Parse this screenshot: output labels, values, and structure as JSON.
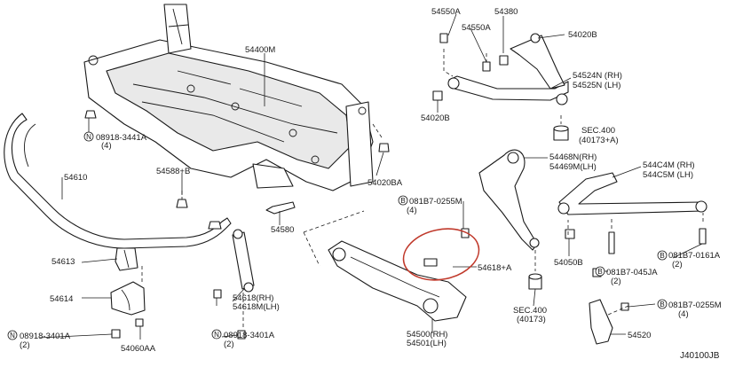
{
  "diagram": {
    "figure_code": "J40100JB",
    "highlight_color": "#c0392b",
    "circle_markers": {
      "n": "N",
      "b": "B"
    },
    "labels": {
      "p54400m": "54400M",
      "p54550a_1": "54550A",
      "p54380": "54380",
      "p54550a_2": "54550A",
      "p54020b_1": "54020B",
      "p54524n": "54524N (RH)",
      "p54525n": "54525N (LH)",
      "p54020b_2": "54020B",
      "sec400_1": "SEC.400",
      "sec400_1_ref": "(40173+A)",
      "p08918_3441a": "08918-3441A",
      "p08918_3441a_qty": "(4)",
      "p54588b": "54588+B",
      "p54020ba": "54020BA",
      "p54610": "54610",
      "p54580": "54580",
      "p54468n": "54468N(RH)",
      "p54469m": "54469M(LH)",
      "p544c4m": "544C4M (RH)",
      "p544c5m": "544C5M (LH)",
      "p081b7_0255m_1": "081B7-0255M",
      "p081b7_0255m_1_qty": "(4)",
      "p54613": "54613",
      "p54618a": "54618+A",
      "p54050b": "54050B",
      "p081b7_0161a": "081B7-0161A",
      "p081b7_0161a_qty": "(2)",
      "p081b7_045ja": "081B7-045JA",
      "p081b7_045ja_qty": "(2)",
      "p54614": "54614",
      "p54618": "54618(RH)",
      "p54618m": "54618M(LH)",
      "sec400_2": "SEC.400",
      "sec400_2_ref": "(40173)",
      "p081b7_0255m_2": "081B7-0255M",
      "p081b7_0255m_2_qty": "(4)",
      "p08918_3401a_1": "08918-3401A",
      "p08918_3401a_1_qty": "(2)",
      "p08918_3401a_2": "08918-3401A",
      "p08918_3401a_2_qty": "(2)",
      "p54060aa": "54060AA",
      "p54500": "54500(RH)",
      "p54501": "54501(LH)",
      "p54520": "54520"
    }
  }
}
